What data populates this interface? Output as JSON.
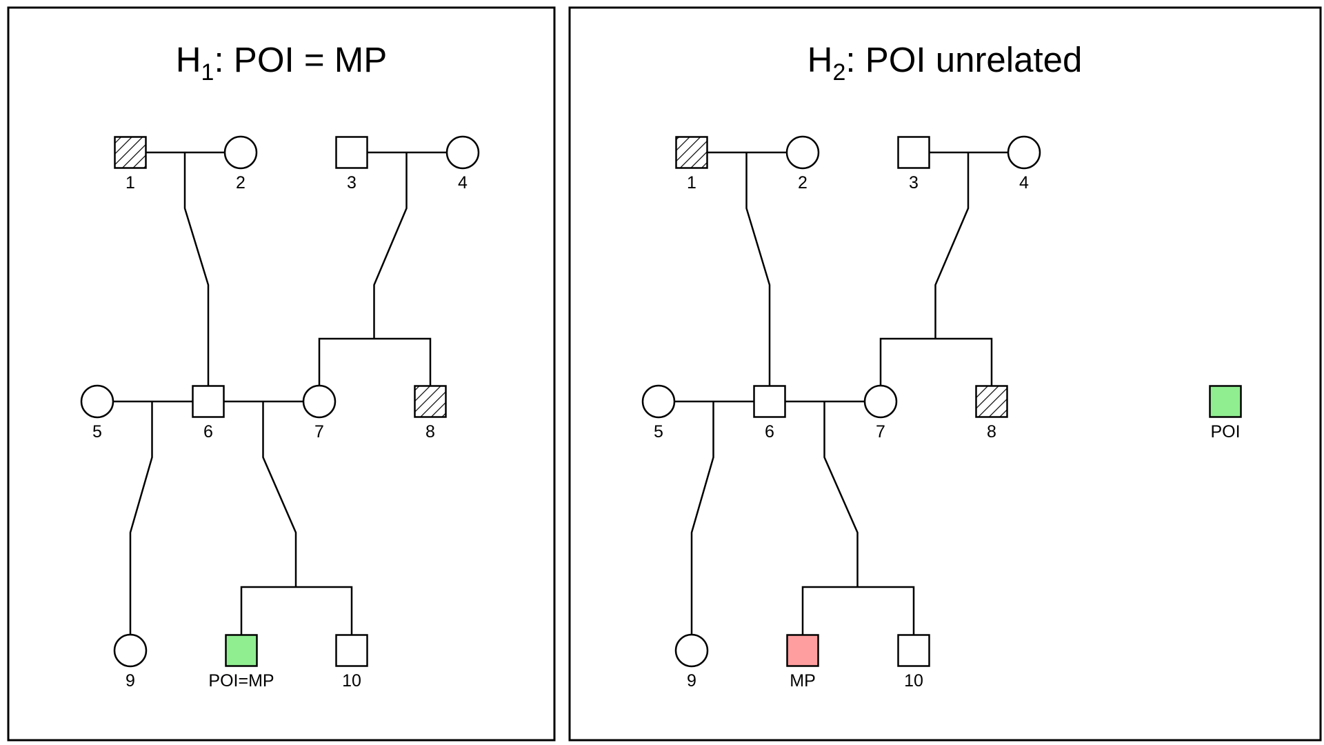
{
  "colors": {
    "unaffected": "#ffffff",
    "poi": "#90ee90",
    "mp": "#ff9e9e",
    "hatch": "#000000"
  },
  "panels": [
    {
      "id": "h1",
      "title_main": "H",
      "title_sub": "1",
      "title_rest": ": POI = MP",
      "nodes": [
        {
          "id": "1",
          "label": "1",
          "shape": "square",
          "fill": "hatched"
        },
        {
          "id": "2",
          "label": "2",
          "shape": "circle",
          "fill": "unaffected"
        },
        {
          "id": "3",
          "label": "3",
          "shape": "square",
          "fill": "unaffected"
        },
        {
          "id": "4",
          "label": "4",
          "shape": "circle",
          "fill": "unaffected"
        },
        {
          "id": "5",
          "label": "5",
          "shape": "circle",
          "fill": "unaffected"
        },
        {
          "id": "6",
          "label": "6",
          "shape": "square",
          "fill": "unaffected"
        },
        {
          "id": "7",
          "label": "7",
          "shape": "circle",
          "fill": "unaffected"
        },
        {
          "id": "8",
          "label": "8",
          "shape": "square",
          "fill": "hatched"
        },
        {
          "id": "9",
          "label": "9",
          "shape": "circle",
          "fill": "unaffected"
        },
        {
          "id": "poimp",
          "label": "POI=MP",
          "shape": "square",
          "fill": "poi"
        },
        {
          "id": "10",
          "label": "10",
          "shape": "square",
          "fill": "unaffected"
        }
      ]
    },
    {
      "id": "h2",
      "title_main": "H",
      "title_sub": "2",
      "title_rest": ": POI unrelated",
      "nodes": [
        {
          "id": "1",
          "label": "1",
          "shape": "square",
          "fill": "hatched"
        },
        {
          "id": "2",
          "label": "2",
          "shape": "circle",
          "fill": "unaffected"
        },
        {
          "id": "3",
          "label": "3",
          "shape": "square",
          "fill": "unaffected"
        },
        {
          "id": "4",
          "label": "4",
          "shape": "circle",
          "fill": "unaffected"
        },
        {
          "id": "5",
          "label": "5",
          "shape": "circle",
          "fill": "unaffected"
        },
        {
          "id": "6",
          "label": "6",
          "shape": "square",
          "fill": "unaffected"
        },
        {
          "id": "7",
          "label": "7",
          "shape": "circle",
          "fill": "unaffected"
        },
        {
          "id": "8",
          "label": "8",
          "shape": "square",
          "fill": "hatched"
        },
        {
          "id": "poi",
          "label": "POI",
          "shape": "square",
          "fill": "poi"
        },
        {
          "id": "9",
          "label": "9",
          "shape": "circle",
          "fill": "unaffected"
        },
        {
          "id": "mp",
          "label": "MP",
          "shape": "square",
          "fill": "mp"
        },
        {
          "id": "10",
          "label": "10",
          "shape": "square",
          "fill": "unaffected"
        }
      ]
    }
  ]
}
